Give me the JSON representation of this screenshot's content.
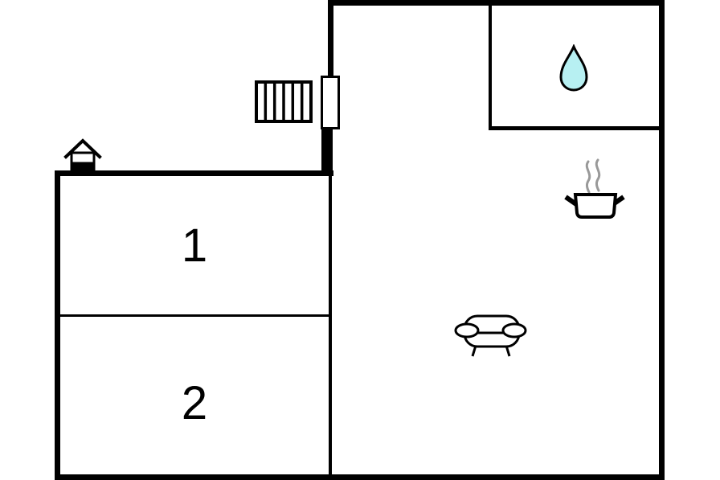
{
  "plan": {
    "type": "floor-plan"
  },
  "rooms": [
    {
      "label": "1"
    },
    {
      "label": "2"
    }
  ],
  "icons": {
    "stairs": "stairs-icon",
    "house": "house-icon",
    "water_drop": "water-drop-icon",
    "cooking_pot": "cooking-pot-icon",
    "sofa": "sofa-icon",
    "door": "door"
  },
  "colors": {
    "wall": "#000000",
    "background": "#ffffff",
    "drop_fill": "#b7f0f2",
    "drop_stroke": "#000000",
    "steam": "#999999"
  }
}
